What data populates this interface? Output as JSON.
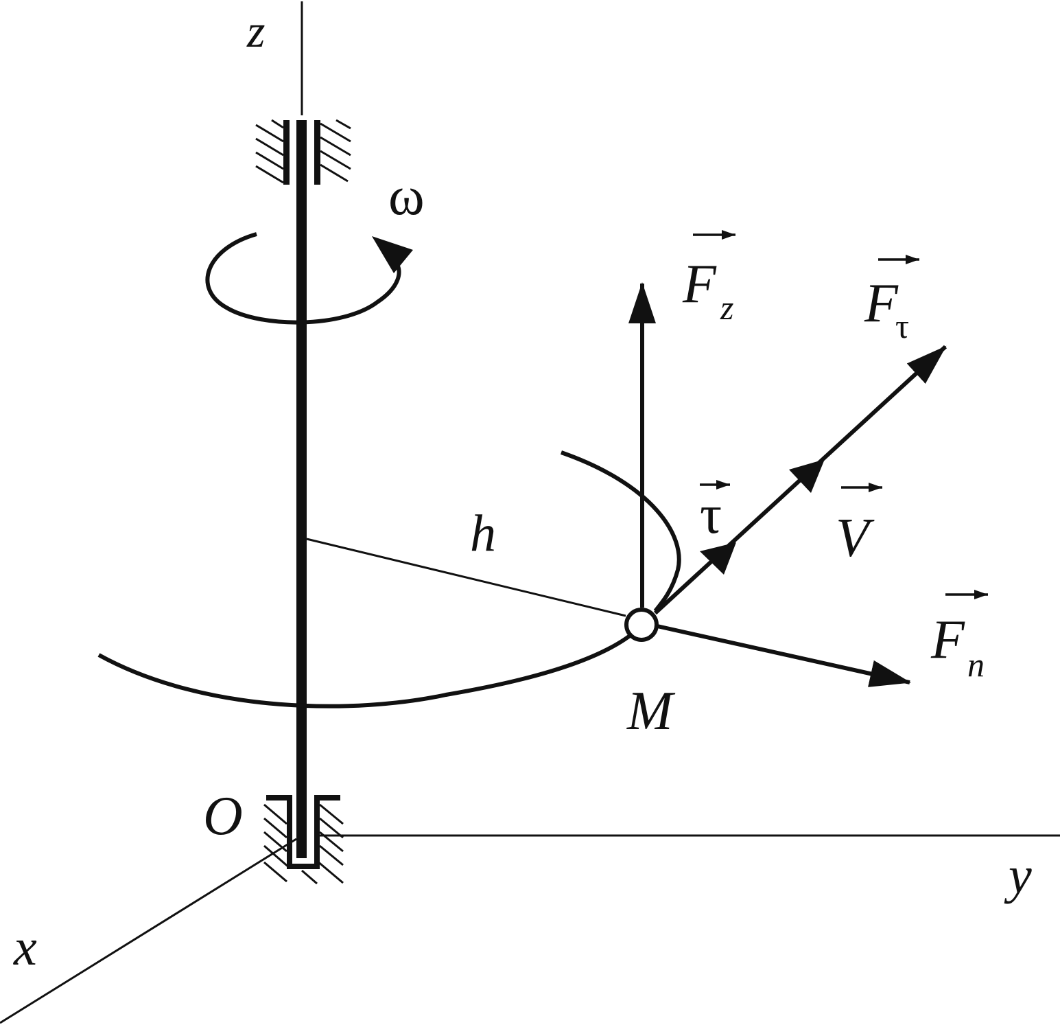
{
  "labels": {
    "z": "z",
    "omega": "ω",
    "h": "h",
    "O": "O",
    "M": "M",
    "x": "x",
    "y": "y",
    "F_z": {
      "base": "F",
      "sub": "z"
    },
    "F_tau": {
      "base": "F",
      "sub": "τ"
    },
    "tau": "τ",
    "V": "V",
    "F_n": {
      "base": "F",
      "sub": "n"
    }
  },
  "colors": {
    "ink": "#111111",
    "background": "#ffffff"
  }
}
